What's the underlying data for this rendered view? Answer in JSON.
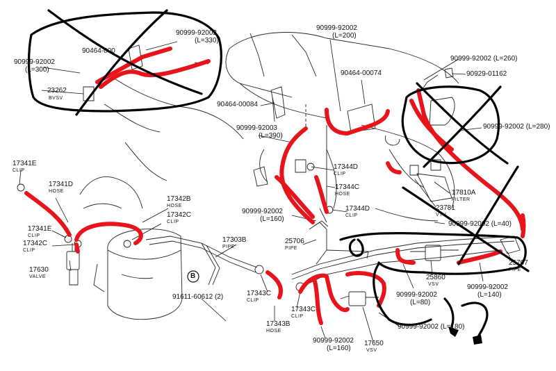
{
  "colors": {
    "hose": "#e8141c",
    "line": "#111111",
    "marker": "#000000",
    "background": "#ffffff"
  },
  "labels": {
    "p90999_330": "90999-92002",
    "l330": "(L=330)",
    "p90464_upper": "90464-000",
    "p90999_300": "90999-92002",
    "l300": "(L=300)",
    "p23262": "23262",
    "bvsv": "BVSV",
    "p90999_200": "90999-92002",
    "l200": "(L=200)",
    "p90464_74": "90464-00074",
    "p90464_84": "90464-00084",
    "p90999_390": "90999-92003",
    "l390": "(L=390)",
    "p90999_260": "90999-92002 (L=260)",
    "p90929": "90929-01162",
    "p90999_280": "90999-92002 (L=280)",
    "p17341e_top": "17341E",
    "clip_a": "CLIP",
    "p17341d": "17341D",
    "hose_a": "HOSE",
    "p17342b": "17342B",
    "hose_b": "HOSE",
    "p17342c_right": "17342C",
    "clip_b": "CLIP",
    "p17341e_mid": "17341E",
    "clip_c": "CLIP",
    "p17342c_left": "17342C",
    "clip_d": "CLIP",
    "p17630": "17630",
    "valve": "VALVE",
    "p17344d_top": "17344D",
    "clip_e": "CLIP",
    "p17344c": "17344C",
    "hose_c": "HOSE",
    "p17344d_low": "17344D",
    "clip_f": "CLIP",
    "p90999_160a": "90999-92002",
    "l160a": "(L=160)",
    "p17810a": "17810A",
    "filter": "FILTER",
    "p23781": "23781",
    "vtv": "VTV",
    "p90999_40": "90999-92002 (L=40)",
    "p25706": "25706",
    "pipe_a": "PIPE",
    "p17303b": "17303B",
    "pipe_b": "PIPE",
    "p25707": "25707",
    "pipe_c": "PIPE",
    "p25860": "25860",
    "vsv_a": "VSV",
    "p90999_140": "90999-92002",
    "l140": "(L=140)",
    "p90999_80": "90999-92002",
    "l80": "(L=80)",
    "bolt_mark": "B",
    "p91611": "91611-60612 (2)",
    "p17343c_left": "17343C",
    "clip_g": "CLIP",
    "p17343c_right": "17343C",
    "clip_h": "CLIP",
    "p17343b": "17343B",
    "hose_d": "HOSE",
    "p90999_180": "90999-92002 (L=180)",
    "p17650": "17650",
    "vsv_b": "VSV",
    "p90999_160b": "90999-92002",
    "l160b": "(L=160)"
  }
}
